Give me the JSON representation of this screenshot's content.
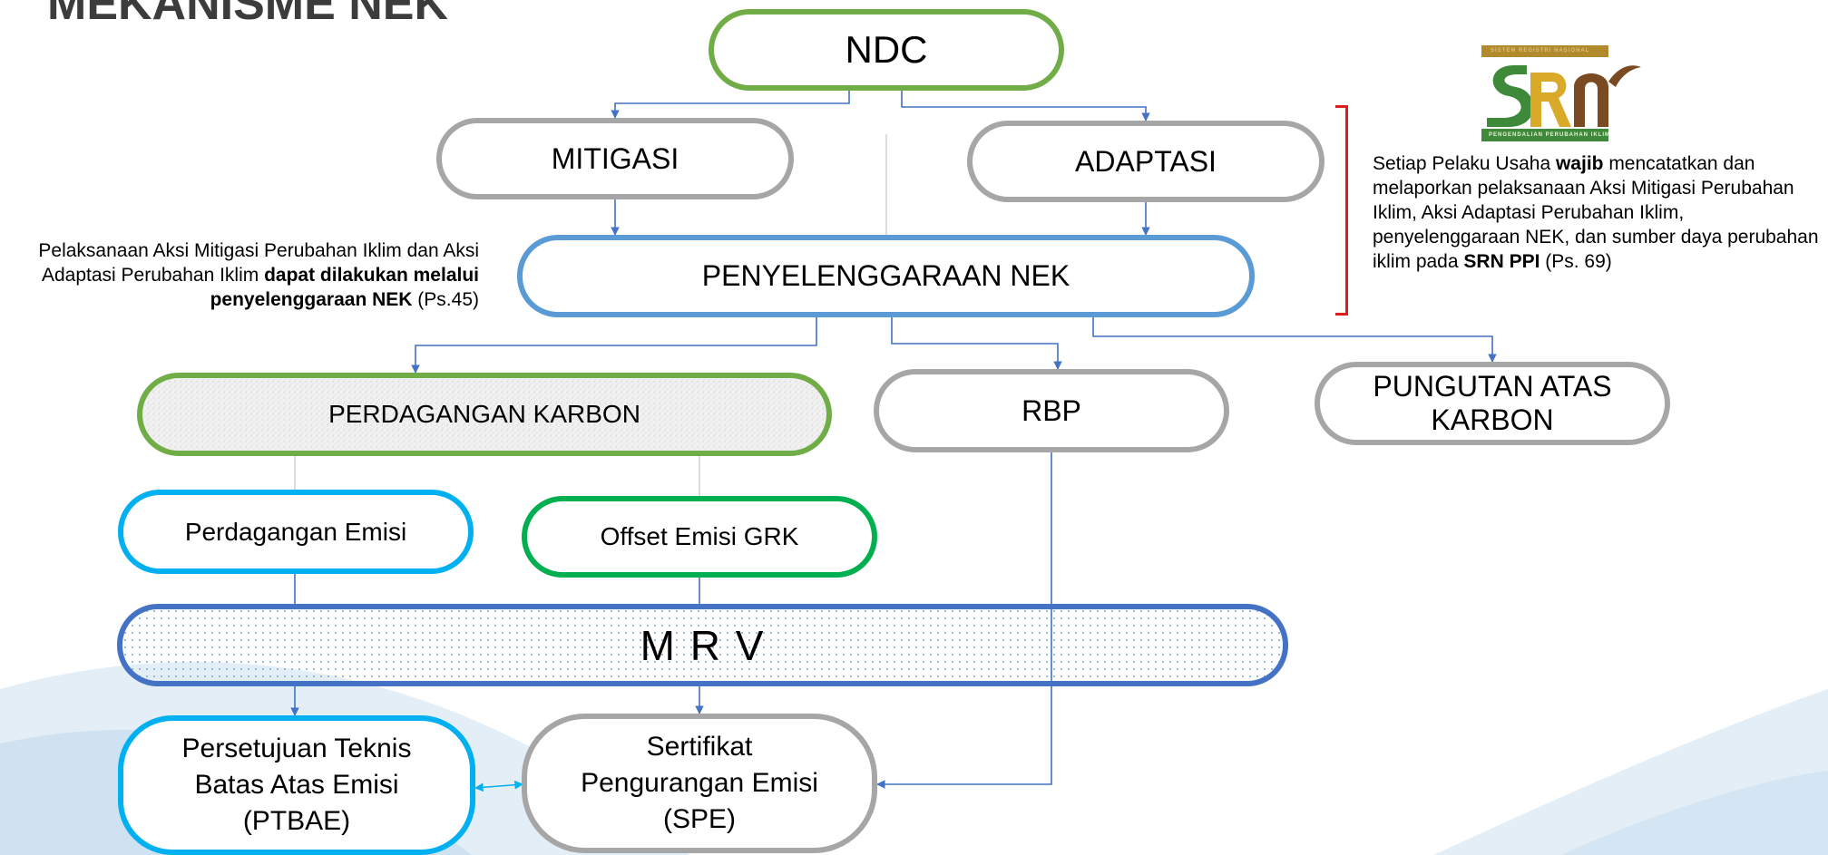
{
  "title": "MEKANISME NEK",
  "nodes": {
    "ndc": "NDC",
    "mitigasi": "MITIGASI",
    "adaptasi": "ADAPTASI",
    "penyelenggaraan": "PENYELENGGARAAN NEK",
    "perdagangan_karbon": "PERDAGANGAN KARBON",
    "rbp": "RBP",
    "pungutan": "PUNGUTAN ATAS KARBON",
    "perdagangan_emisi": "Perdagangan Emisi",
    "offset": "Offset Emisi GRK",
    "mrv": "M R V",
    "ptbae_line1": "Persetujuan Teknis",
    "ptbae_line2": "Batas Atas Emisi",
    "ptbae_line3": "(PTBAE)",
    "spe_line1": "Sertifikat",
    "spe_line2": "Pengurangan Emisi",
    "spe_line3": "(SPE)"
  },
  "notes": {
    "left_part1": "Pelaksanaan Aksi Mitigasi Perubahan Iklim dan Aksi Adaptasi Perubahan Iklim ",
    "left_bold": "dapat dilakukan melalui penyelenggaraan NEK",
    "left_part2": " (Ps.45)",
    "right_part1": "Setiap Pelaku Usaha ",
    "right_bold1": "wajib",
    "right_part2": " mencatatkan dan melaporkan pelaksanaan Aksi Mitigasi Perubahan Iklim, Aksi Adaptasi Perubahan Iklim, penyelenggaraan NEK, dan sumber daya perubahan iklim pada ",
    "right_bold2": "SRN PPI",
    "right_part3": " (Ps. 69)"
  },
  "logo": {
    "top_text": "SISTEM REGISTRI NASIONAL",
    "bottom_text": "PENGENDALIAN PERUBAHAN IKLIM",
    "mark": "SRN"
  },
  "colors": {
    "green": "#70ad47",
    "gray": "#a6a6a6",
    "blue": "#5b9bd5",
    "cyan": "#00b0f0",
    "dark_green": "#00b050",
    "mrv_blue": "#4472c4",
    "connector": "#4472c4",
    "bracket": "#e01b1b"
  }
}
